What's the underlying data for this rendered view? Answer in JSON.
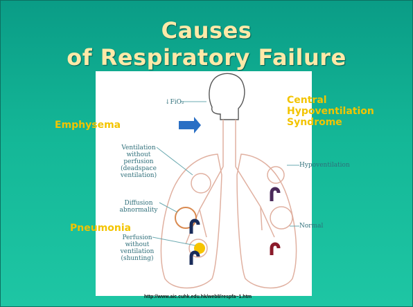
{
  "slide": {
    "title_line1": "Causes",
    "title_line2": "of Respiratory Failure",
    "source_url": "http://www.aic.cuhk.edu.hk/web8/respfa~1.htm"
  },
  "diagram": {
    "labels": {
      "fio2": "↓FiO₂",
      "ventilation_without_perfusion": [
        "Ventilation",
        "without",
        "perfusion",
        "(deadspace",
        "ventilation)"
      ],
      "diffusion_abnormality": [
        "Diffusion",
        "abnormality"
      ],
      "perfusion_without_ventilation": [
        "Perfusion",
        "without",
        "ventilation",
        "(shunting)"
      ],
      "hypoventilation": "Hypoventilation",
      "normal": "Normal"
    },
    "overlays": {
      "emphysema": "Emphysema",
      "central_hypoventilation": [
        "Central",
        "Hypoventilation",
        "Syndrome"
      ],
      "pneumonia": "Pneumonia"
    }
  },
  "colors": {
    "background_top": "#0a9c86",
    "background_bottom": "#1ec6a4",
    "title": "#ffe9a8",
    "overlay_text": "#f3c400",
    "lung_outline": "#e0b0a0",
    "label_text": "#2f6f7a",
    "arrow_blue": "#2a6fc4"
  },
  "icons": [
    "head-silhouette",
    "blue-arrow-icon",
    "lung-outline",
    "alveolus-circle",
    "capillary-hook-icon"
  ]
}
